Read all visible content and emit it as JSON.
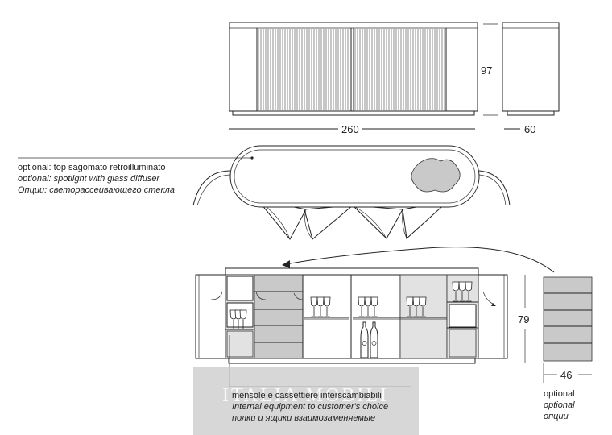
{
  "dimensions": {
    "front_width": "260",
    "front_height": "97",
    "side_depth": "60",
    "open_height": "79",
    "panel_depth": "46"
  },
  "callouts": {
    "top": {
      "line1": "optional: top sagomato retroilluminato",
      "line2": "optional: spotlight with glass diffuser",
      "line3": "Опции: светорассеивающего стекла"
    },
    "interior": {
      "line1": "mensole e cassettiere interscambiabili",
      "line2": "Internal equipment to customer's choice",
      "line3": "полки и ящики взаимозаменяемые"
    },
    "panel": {
      "line1": "optional",
      "line2": "optional",
      "line3": "опции"
    }
  },
  "watermark": {
    "text": "ITALIA MOBILI"
  }
}
